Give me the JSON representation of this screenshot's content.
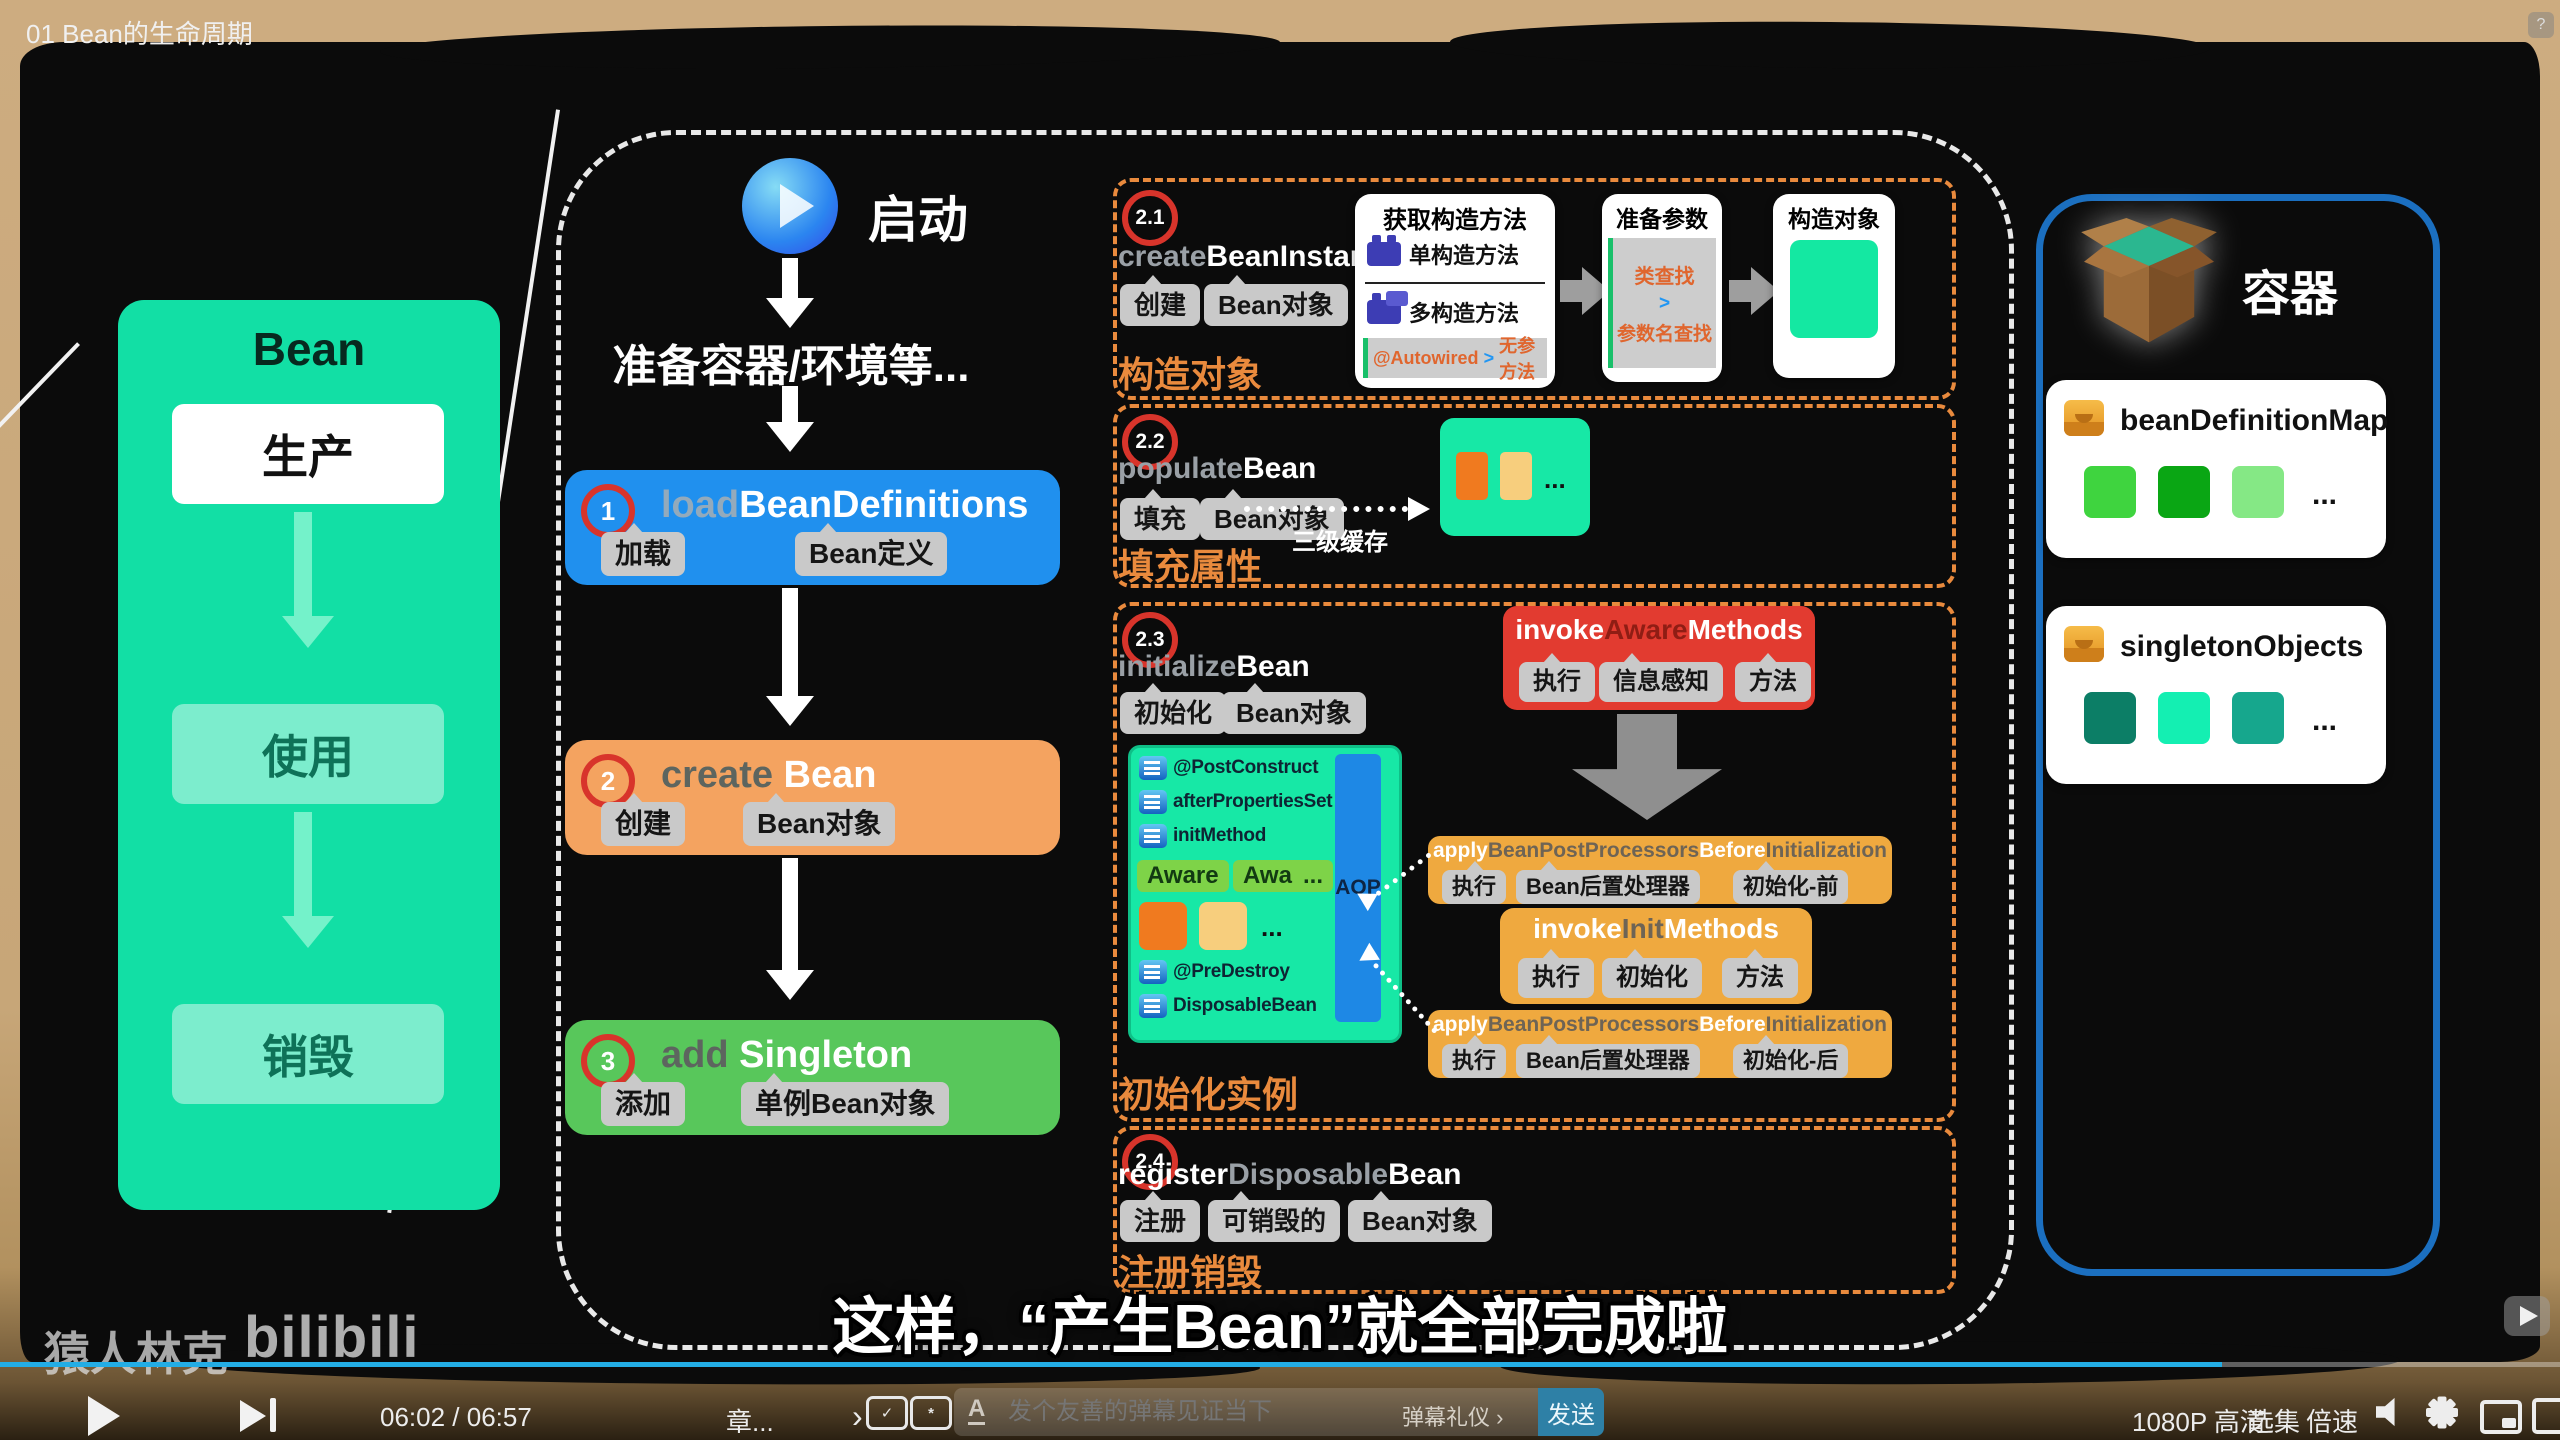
{
  "titlebar": {
    "title": "01 Bean的生命周期",
    "help": "?"
  },
  "bean_panel": {
    "title": "Bean",
    "stages": [
      "生产",
      "使用",
      "销毁"
    ]
  },
  "flow": {
    "start": "启动",
    "prepare": "准备容器/环境等...",
    "steps": [
      {
        "num": "1",
        "prefix": "load",
        "name": "BeanDefinitions",
        "pills": [
          "加载",
          "Bean定义"
        ]
      },
      {
        "num": "2",
        "prefix": "create",
        "name": "Bean",
        "pills": [
          "创建",
          "Bean对象"
        ]
      },
      {
        "num": "3",
        "prefix": "add",
        "name": "Singleton",
        "pills": [
          "添加",
          "单例Bean对象"
        ]
      }
    ]
  },
  "sections": {
    "s21": {
      "num": "2.1",
      "prefix": "create",
      "name": "BeanInstance",
      "pills": [
        "创建",
        "Bean对象"
      ],
      "label": "构造对象",
      "get_ctor": {
        "title": "获取构造方法",
        "single": "单构造方法",
        "multi": "多构造方法",
        "autowired": "@Autowired",
        "gt": ">",
        "noarg": "无参方法"
      },
      "prep": {
        "title": "准备参数",
        "by_class": "类查找",
        "gt": ">",
        "by_param": "参数名查找"
      },
      "construct": {
        "title": "构造对象"
      }
    },
    "s22": {
      "num": "2.2",
      "prefix": "populate",
      "name": "Bean",
      "pills": [
        "填充",
        "Bean对象"
      ],
      "label": "填充属性",
      "cache": "三级缓存",
      "ellipsis": "..."
    },
    "s23": {
      "num": "2.3",
      "prefix": "initialize",
      "name": "Bean",
      "pills": [
        "初始化",
        "Bean对象"
      ],
      "label": "初始化实例",
      "hooks": [
        "@PostConstruct",
        "afterPropertiesSet",
        "initMethod"
      ],
      "aware": [
        "Aware",
        "Aware",
        "..."
      ],
      "squares_ellipsis": "...",
      "hooks2": [
        "@PreDestroy",
        "DisposableBean"
      ],
      "aop": "AOP",
      "aware_card": {
        "w1": "invoke",
        "mid": "Aware",
        "w2": "Methods",
        "pills": [
          "执行",
          "信息感知",
          "方法"
        ]
      },
      "bpp_before": {
        "w1": "apply",
        "g1": "BeanPostProcessors",
        "w2": "Before",
        "g2": "Initialization",
        "pills": [
          "执行",
          "Bean后置处理器",
          "初始化-前"
        ]
      },
      "init_card": {
        "w1": "invoke",
        "mid": "Init",
        "w2": "Methods",
        "pills": [
          "执行",
          "初始化",
          "方法"
        ]
      },
      "bpp_after": {
        "w1": "apply",
        "g1": "BeanPostProcessors",
        "w2": "Before",
        "g2": "Initialization",
        "pills": [
          "执行",
          "Bean后置处理器",
          "初始化-后"
        ]
      }
    },
    "s24": {
      "num": "2.4",
      "w1": "register",
      "gray": "Disposable",
      "w2": "Bean",
      "pills": [
        "注册",
        "可销毁的",
        "Bean对象"
      ],
      "label": "注册销毁"
    }
  },
  "container": {
    "title": "容器",
    "maps": [
      {
        "name": "beanDefinitionMap",
        "ellipsis": "..."
      },
      {
        "name": "singletonObjects",
        "ellipsis": "..."
      }
    ]
  },
  "subtitle": "这样，“产生Bean”就全部完成啦",
  "watermark": {
    "name": "猿人林克",
    "logo": "bilibili"
  },
  "controls": {
    "time": "06:02 / 06:57",
    "chapter": "章...",
    "chevron": "›",
    "danmaku_placeholder": "发个友善的弹幕见证当下",
    "etiquette": "弹幕礼仪 ›",
    "send": "发送",
    "quality": "1080P 高清",
    "episodes": "选集",
    "speed": "倍速"
  },
  "colors": {
    "bili_blue": "#23ADE5",
    "orange_label": "#E98A3D",
    "spring_green": "#17E3A6",
    "container_border": "#1B6FC0"
  }
}
